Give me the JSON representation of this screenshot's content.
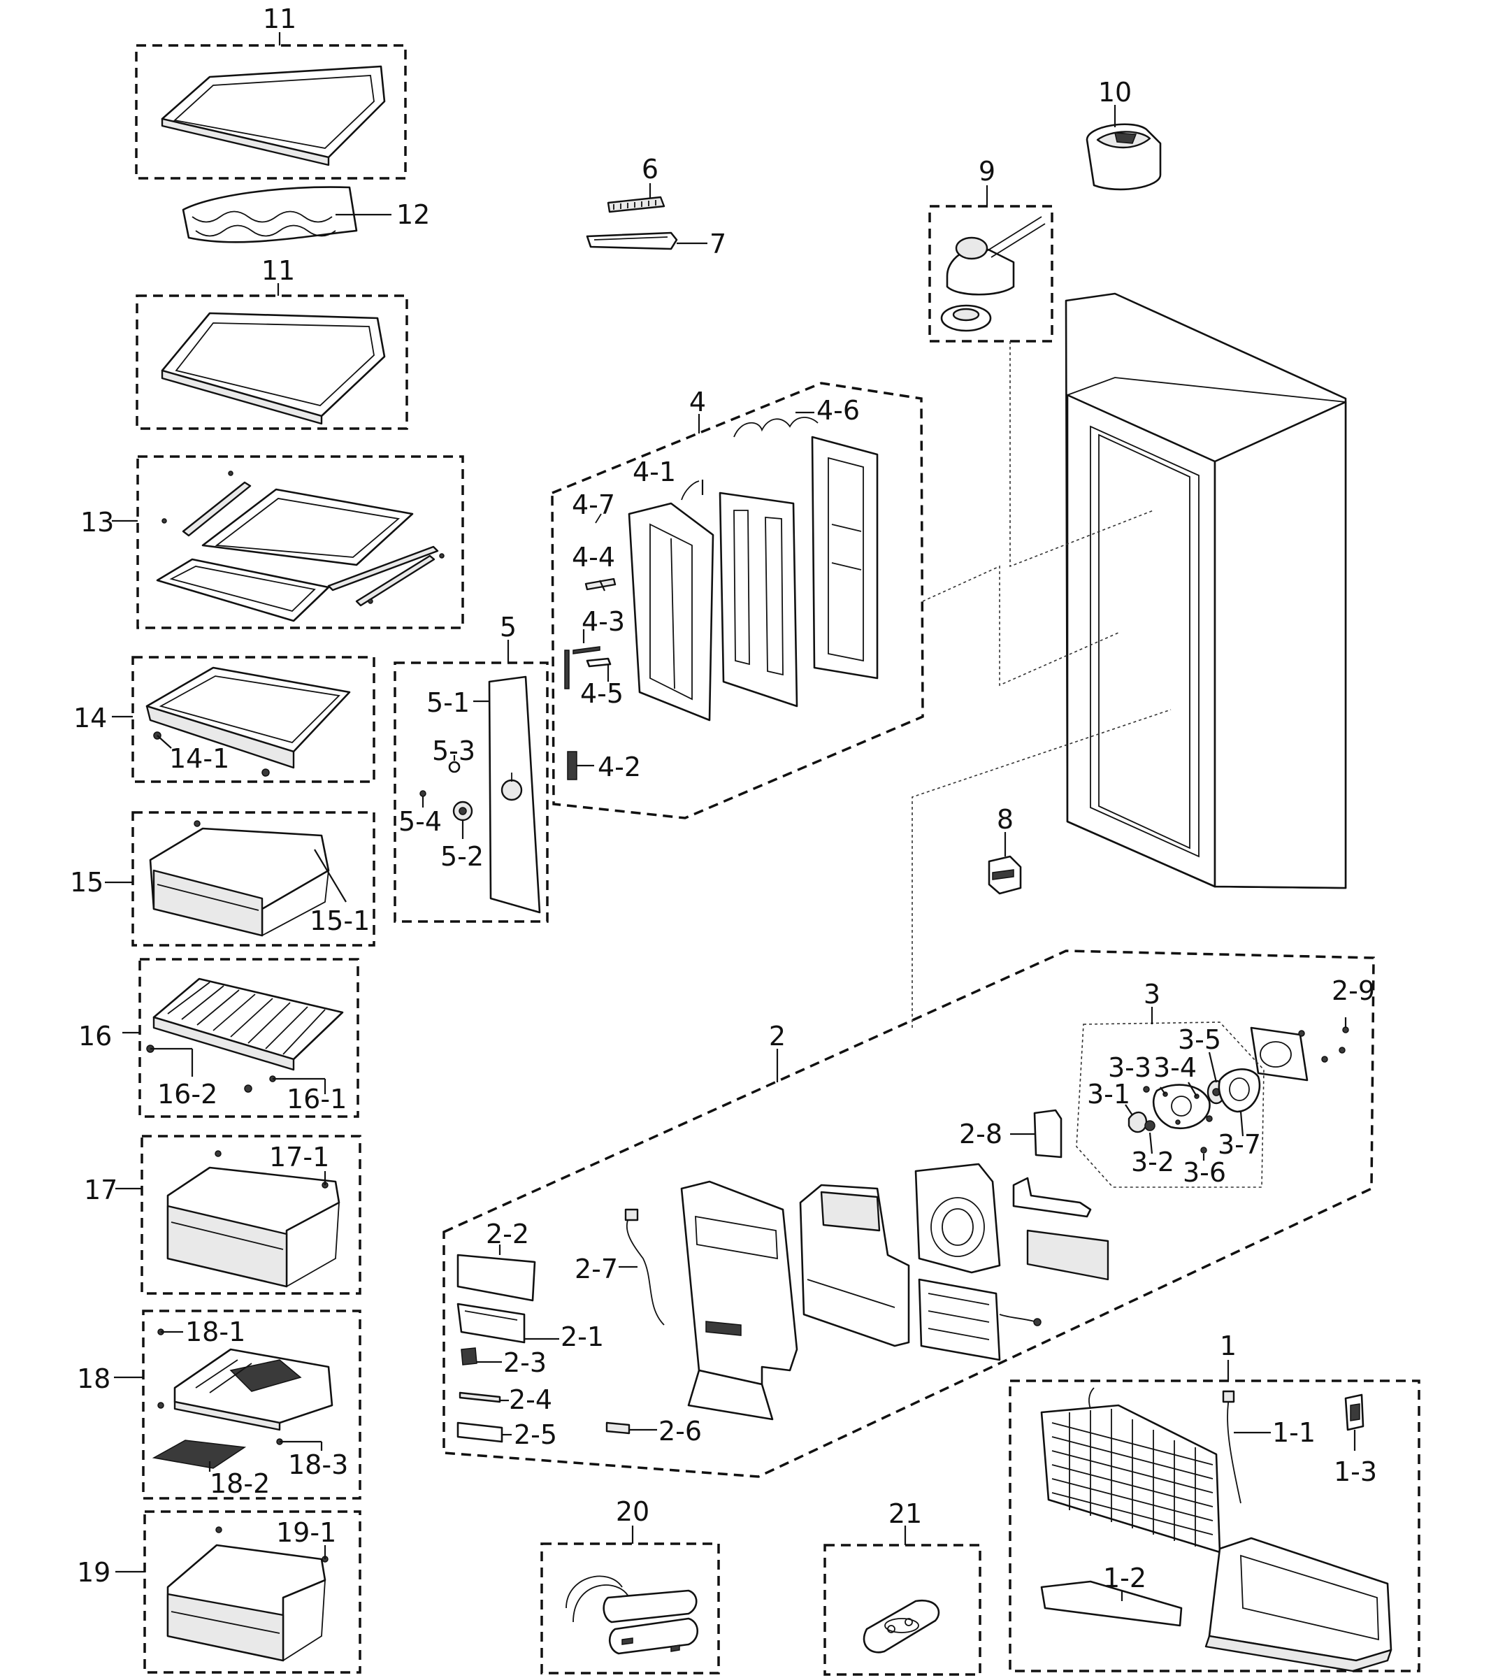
{
  "diagram": {
    "labels": {
      "p1": "1",
      "p1_1": "1-1",
      "p1_2": "1-2",
      "p1_3": "1-3",
      "p2": "2",
      "p2_1": "2-1",
      "p2_2": "2-2",
      "p2_3": "2-3",
      "p2_4": "2-4",
      "p2_5": "2-5",
      "p2_6": "2-6",
      "p2_7": "2-7",
      "p2_8": "2-8",
      "p2_9": "2-9",
      "p3": "3",
      "p3_1": "3-1",
      "p3_2": "3-2",
      "p3_3": "3-3",
      "p3_4": "3-4",
      "p3_5": "3-5",
      "p3_6": "3-6",
      "p3_7": "3-7",
      "p4": "4",
      "p4_1": "4-1",
      "p4_2": "4-2",
      "p4_3": "4-3",
      "p4_4": "4-4",
      "p4_5": "4-5",
      "p4_6": "4-6",
      "p4_7": "4-7",
      "p5": "5",
      "p5_1": "5-1",
      "p5_2": "5-2",
      "p5_3": "5-3",
      "p5_4": "5-4",
      "p6": "6",
      "p7": "7",
      "p8": "8",
      "p9": "9",
      "p10": "10",
      "p11a": "11",
      "p11b": "11",
      "p12": "12",
      "p13": "13",
      "p14": "14",
      "p14_1": "14-1",
      "p15": "15",
      "p15_1": "15-1",
      "p16": "16",
      "p16_1": "16-1",
      "p16_2": "16-2",
      "p17": "17",
      "p17_1": "17-1",
      "p18": "18",
      "p18_1": "18-1",
      "p18_2": "18-2",
      "p18_3": "18-3",
      "p19": "19",
      "p19_1": "19-1",
      "p20": "20",
      "p21": "21"
    }
  }
}
